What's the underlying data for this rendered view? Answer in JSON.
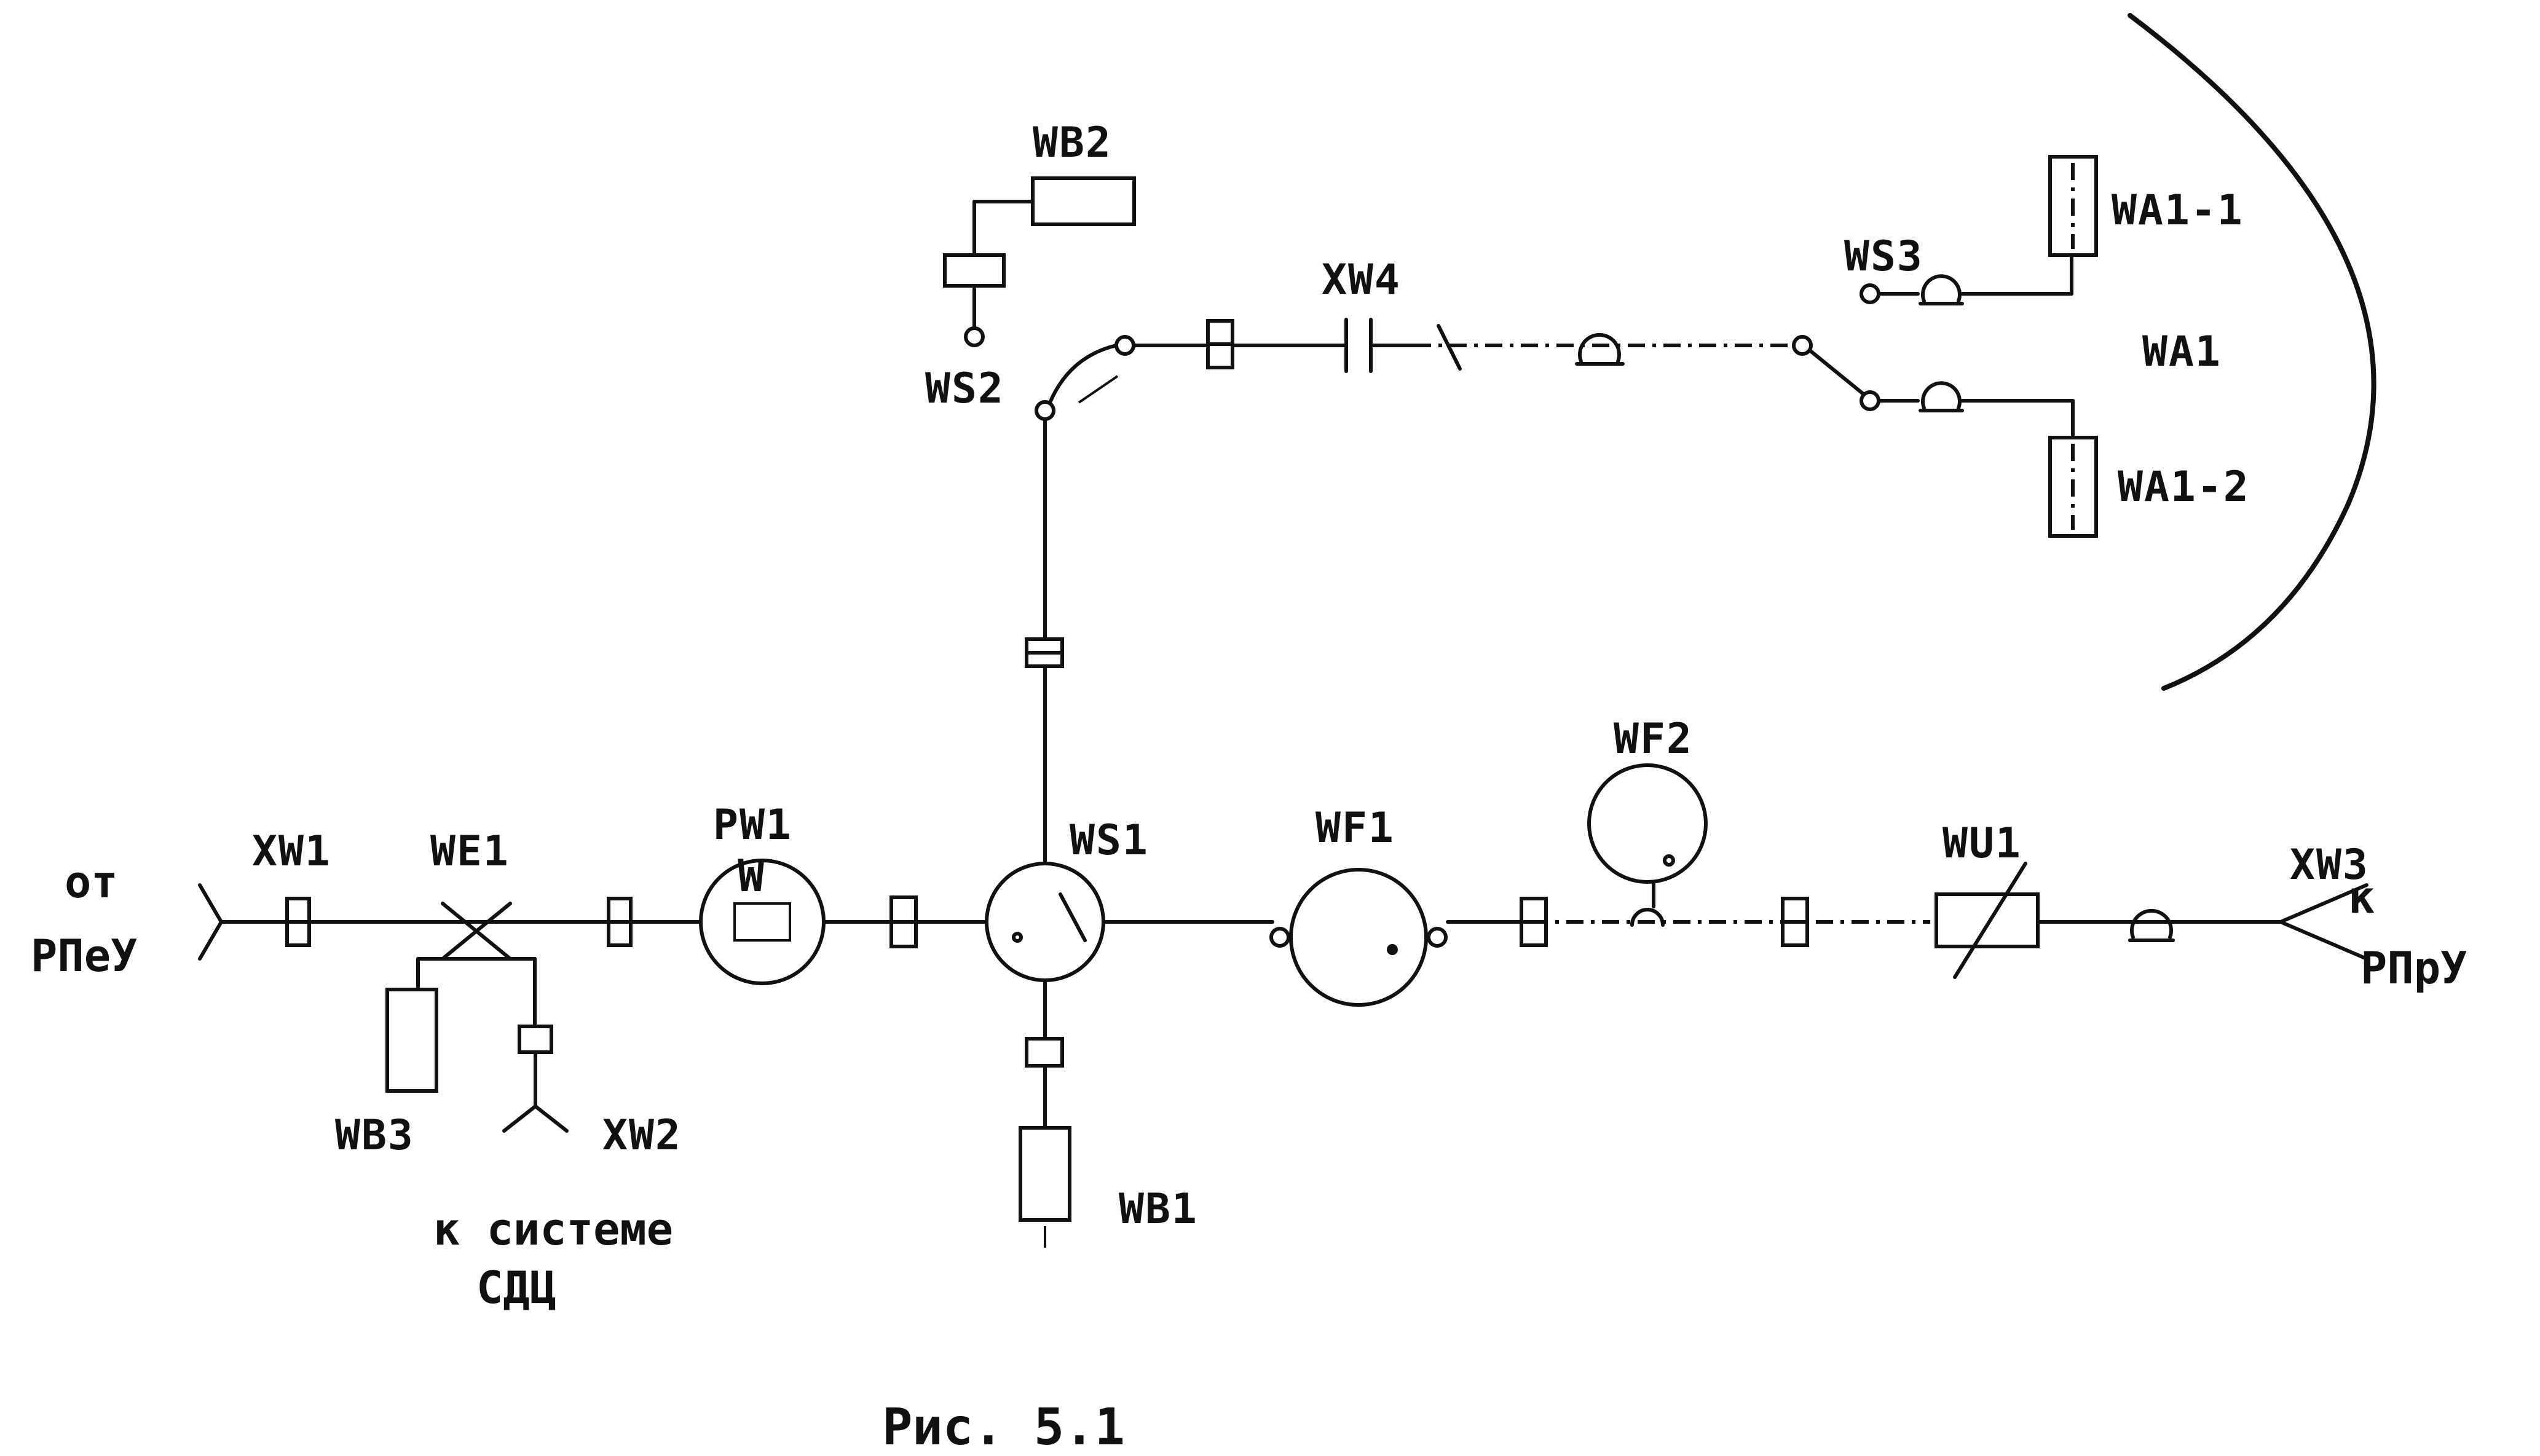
{
  "diagram": {
    "labels": {
      "wb2": "WB2",
      "ws2": "WS2",
      "xw4": "XW4",
      "ws3": "WS3",
      "wa1_1": "WA1-1",
      "wa1": "WA1",
      "wa1_2": "WA1-2",
      "xw1": "XW1",
      "we1": "WE1",
      "pw1": "PW1",
      "ws1": "WS1",
      "wf1": "WF1",
      "wf2": "WF2",
      "wu1": "WU1",
      "xw3": "XW3",
      "wb3": "WB3",
      "xw2": "XW2",
      "wb1": "WB1"
    },
    "left_terminal": {
      "line1": "от",
      "line2": "РПеУ"
    },
    "right_terminal": {
      "line1": "к",
      "line2": "РПрУ"
    },
    "system_note": {
      "line1": "к системе",
      "line2": "СДЦ"
    },
    "caption": "Рис. 5.1"
  }
}
